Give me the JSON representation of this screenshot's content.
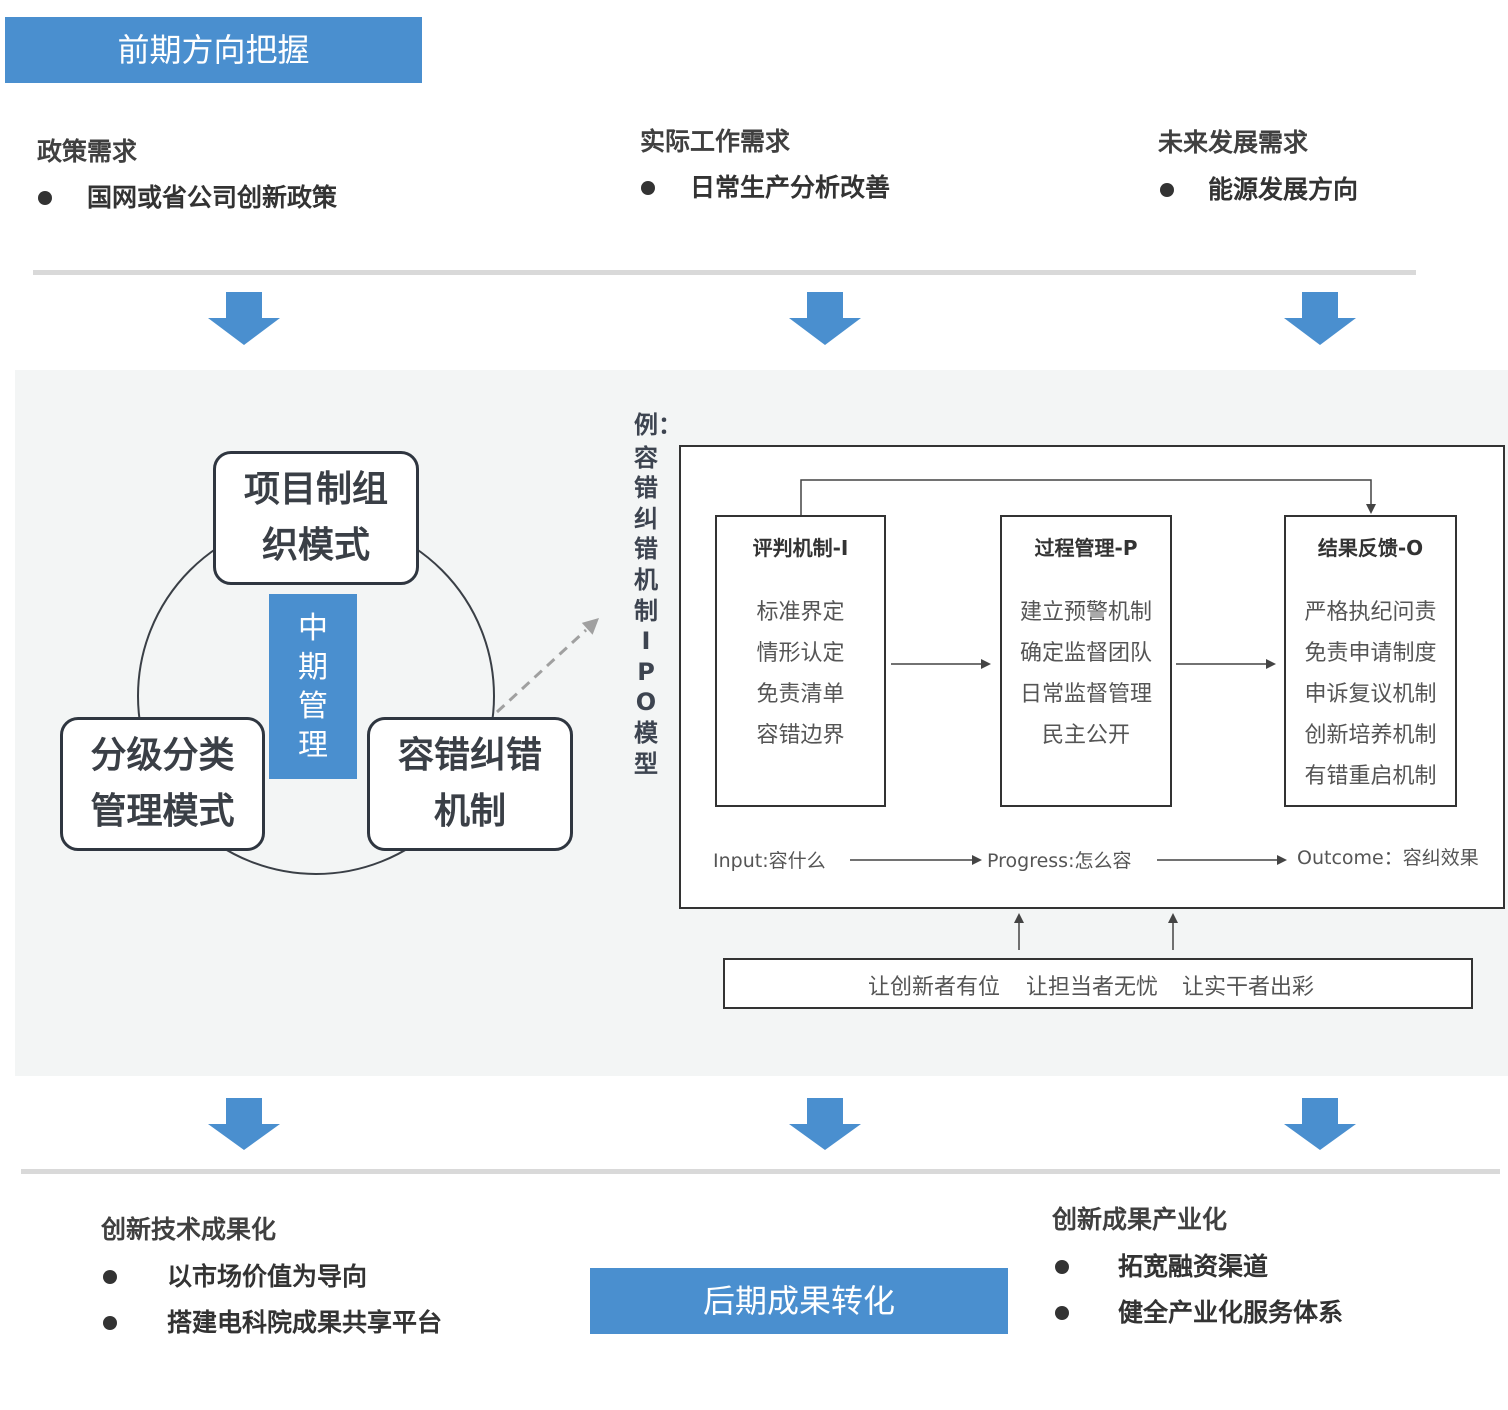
{
  "colors": {
    "accent": "#4a8fcf",
    "panel": "#f3f5f5",
    "divider": "#d9d9d9",
    "border": "#2f3640"
  },
  "icons": {
    "bullet": "bullet-icon",
    "flow_arrow": "down-arrow-icon"
  },
  "early_phase": {
    "title": "前期方向把握"
  },
  "needs": [
    {
      "heading": "政策需求",
      "items": [
        "国网或省公司创新政策"
      ]
    },
    {
      "heading": "实际工作需求",
      "items": [
        "日常生产分析改善"
      ]
    },
    {
      "heading": "未来发展需求",
      "items": [
        "能源发展方向"
      ]
    }
  ],
  "mid_phase": {
    "center_label": "中期管理",
    "nodes": [
      {
        "label": "项目制组织模式"
      },
      {
        "label": "分级分类管理模式"
      },
      {
        "label": "容错纠错机制"
      }
    ]
  },
  "ipo_model": {
    "label_prefix": "例：",
    "label": "容错纠错机制IPO模型",
    "stages": [
      {
        "title": "评判机制-I",
        "items": [
          "标准界定",
          "情形认定",
          "免责清单",
          "容错边界"
        ]
      },
      {
        "title": "过程管理-P",
        "items": [
          "建立预警机制",
          "确定监督团队",
          "日常监督管理",
          "民主公开"
        ]
      },
      {
        "title": "结果反馈-O",
        "items": [
          "严格执纪问责",
          "免责申请制度",
          "申诉复议机制",
          "创新培养机制",
          "有错重启机制"
        ]
      }
    ],
    "flow": [
      "Input:容什么",
      "Progress:怎么容",
      "Outcome：容纠效果"
    ],
    "goals": [
      "让创新者有位",
      "让担当者无忧",
      "让实干者出彩"
    ]
  },
  "late_phase": {
    "title": "后期成果转化"
  },
  "outcomes": [
    {
      "heading": "创新技术成果化",
      "items": [
        "以市场价值为导向",
        "搭建电科院成果共享平台"
      ]
    },
    {
      "heading": "创新成果产业化",
      "items": [
        "拓宽融资渠道",
        "健全产业化服务体系"
      ]
    }
  ]
}
